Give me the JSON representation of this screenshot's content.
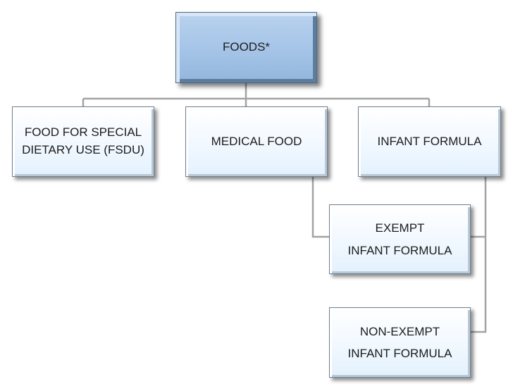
{
  "diagram": {
    "root": {
      "label": "FOODS*"
    },
    "children": [
      {
        "id": "fsdu",
        "lines": [
          "FOOD FOR SPECIAL",
          "DIETARY USE (FSDU)"
        ]
      },
      {
        "id": "medical-food",
        "lines": [
          "MEDICAL FOOD"
        ]
      },
      {
        "id": "infant-formula",
        "lines": [
          "INFANT FORMULA"
        ]
      }
    ],
    "subchildren": [
      {
        "id": "exempt",
        "lines": [
          "EXEMPT",
          "INFANT FORMULA"
        ]
      },
      {
        "id": "non-exempt",
        "lines": [
          "NON-EXEMPT",
          "INFANT FORMULA"
        ]
      }
    ]
  },
  "colors": {
    "root_fill": "#a6c5e8",
    "node_fill": "#eef6fe",
    "connector": "#a3a3a3"
  }
}
